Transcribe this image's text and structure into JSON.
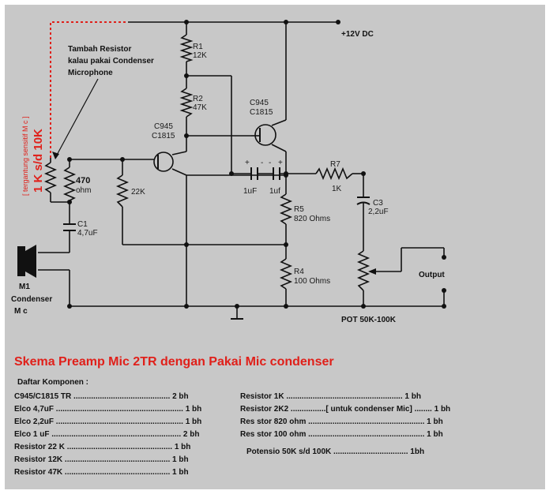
{
  "supply": "+12V DC",
  "note": {
    "line1": "Tambah Resistor",
    "line2": "kalau pakai Condenser",
    "line3": "Microphone"
  },
  "red_note": {
    "small": "[ tergantung sensitif M c ]",
    "big": "1 K s/d 10K"
  },
  "components": {
    "r1": {
      "name": "R1",
      "value": "12K"
    },
    "r2": {
      "name": "R2",
      "value": "47K"
    },
    "q1": {
      "name": "C945",
      "value": "C1815"
    },
    "q2": {
      "name": "C945",
      "value": "C1815"
    },
    "r_470": {
      "value": "470",
      "unit": "ohm"
    },
    "r_22k": {
      "value": "22K"
    },
    "c1": {
      "name": "C1",
      "value": "4,7uF"
    },
    "c_1uf_a": {
      "value": "1uF"
    },
    "c_1uf_b": {
      "value": "1uf"
    },
    "r7": {
      "name": "R7",
      "value": "1K"
    },
    "c3": {
      "name": "C3",
      "value": "2,2uF"
    },
    "r5": {
      "name": "R5",
      "value": "820 Ohms"
    },
    "r4": {
      "name": "R4",
      "value": "100 Ohms"
    },
    "mic": {
      "line1": "M1",
      "line2": "Condenser",
      "line3": "M c"
    },
    "output": "Output",
    "pot": "POT 50K-100K"
  },
  "title": "Skema Preamp Mic 2TR dengan Pakai Mic condenser",
  "parts_heading": "Daftar Komponen :",
  "parts_left": [
    "C945/C1815 TR ............................................ 2 bh",
    "Elco 4,7uF .......................................................... 1 bh",
    "Elco 2,2uF .......................................................... 1 bh",
    "Elco 1 uF ........................................................... 2 bh",
    "Resistor 22 K ................................................ 1 bh",
    "Resistor 12K ................................................ 1 bh",
    "Resistor 47K ................................................ 1 bh"
  ],
  "parts_right": [
    "Resistor 1K ..................................................... 1 bh",
    "Resistor 2K2 ................[ untuk condenser Mic] ........ 1 bh",
    "Res stor 820 ohm ..................................................... 1 bh",
    "Res stor 100 ohm ..................................................... 1 bh",
    "Potensio 50K s/d 100K .................................. 1bh"
  ]
}
